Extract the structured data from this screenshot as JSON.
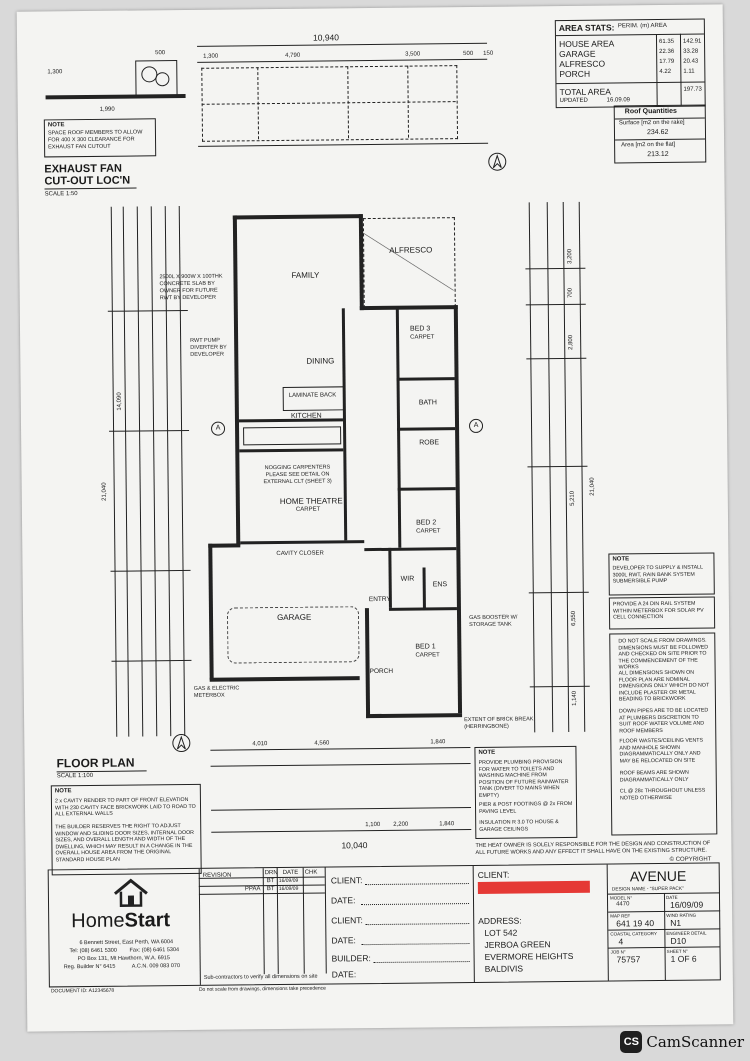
{
  "area_stats": {
    "title": "AREA STATS:",
    "header_right": "PERIM. (m) AREA",
    "rows": [
      {
        "label": "HOUSE AREA",
        "perim": "61.35",
        "area": "142.91"
      },
      {
        "label": "GARAGE",
        "perim": "22.36",
        "area": "33.28"
      },
      {
        "label": "ALFRESCO",
        "perim": "17.79",
        "area": "20.43"
      },
      {
        "label": "PORCH",
        "perim": "4.22",
        "area": "1.11"
      }
    ],
    "total_label": "TOTAL AREA",
    "total_value": "197.73",
    "updated_label": "UPDATED",
    "updated_value": "16.09.09"
  },
  "roof": {
    "title": "Roof Quantities",
    "surface_label": "Surface [m2 on the rake]",
    "surface_value": "234.62",
    "flat_label": "Area [m2 on the flat]",
    "flat_value": "213.12"
  },
  "exhaust": {
    "title_line1": "EXHAUST FAN",
    "title_line2": "CUT-OUT LOC'N",
    "scale": "SCALE 1:50",
    "note_title": "NOTE",
    "note_text": "SPACE ROOF MEMBERS TO ALLOW FOR 400 X 300 CLEARANCE FOR EXHAUST FAN CUTOUT",
    "dim_top": "500",
    "dim_left": "1,300",
    "dim_bottom": "1,990"
  },
  "dims": {
    "overall_top": "10,940",
    "overall_bottom": "10,040",
    "overall_left": "21,040",
    "overall_right": "21,040",
    "left_sub": "14,090",
    "top_row": [
      "1,300",
      "4,790",
      "3,500",
      "500",
      "150"
    ],
    "bottom_row": [
      "4,010",
      "4,560",
      "1,840",
      "1,100",
      "2,200",
      "1,840"
    ],
    "right_col": [
      "3,200",
      "700",
      "2,800",
      "5,210",
      "6,550",
      "1,140"
    ]
  },
  "rooms": {
    "family": "FAMILY",
    "alfresco": "ALFRESCO",
    "dining": "DINING",
    "kitchen": "KITCHEN",
    "laminate": "LAMINATE BACK",
    "bed3": "BED 3",
    "bath": "BATH",
    "robe": "ROBE",
    "home_theatre": "HOME THEATRE",
    "bed2": "BED 2",
    "garage": "GARAGE",
    "entry": "ENTRY",
    "porch": "PORCH",
    "bed1": "BED 1",
    "wir": "WIR",
    "ens": "ENS",
    "carpet": "CARPET",
    "cavity_closer": "CAVITY CLOSER"
  },
  "annotations": {
    "slab": "2500L X 900W X 100THK CONCRETE SLAB BY OWNER FOR FUTURE RWT BY DEVELOPER",
    "rwt_pump": "RWT PUMP DIVERTER BY DEVELOPER",
    "nogging": "NOGGING CARPENTERS PLEASE SEE DETAIL ON EXTERNAL CLT (SHEET 3)",
    "gas_meter": "GAS & ELECTRIC METERBOX",
    "gas_booster": "GAS BOOSTER W/ STORAGE TANK",
    "extent": "EXTENT OF BRICK BREAK (HERRINGBONE)",
    "section_a": "A"
  },
  "floor_plan": {
    "title": "FLOOR PLAN",
    "scale": "SCALE 1:100"
  },
  "notes_left": {
    "title": "NOTE",
    "items": [
      "2 x CAVITY RENDER TO PART OF FRONT ELEVATION WITH 230 CAVITY FACE BRICKWORK LAID TO ROAD TO ALL EXTERNAL WALLS",
      "THE BUILDER RESERVES THE RIGHT TO ADJUST WINDOW AND SLIDING DOOR SIZES, INTERNAL DOOR SIZES, AND OVERALL LENGTH AND WIDTH OF THE DWELLING, WHICH MAY RESULT IN A CHANGE IN THE OVERALL HOUSE AREA FROM THE ORIGINAL STANDARD HOUSE PLAN"
    ]
  },
  "notes_mid": {
    "title": "NOTE",
    "text1": "PROVIDE PLUMBING PROVISION FOR WATER TO TOILETS AND WASHING MACHINE FROM POSITION OF FUTURE RAINWATER TANK (DIVERT TO MAINS WHEN EMPTY)",
    "text2": "PIER & POST FOOTINGS @ 2x FROM PAVING LEVEL",
    "text3": "INSULATION R 3.0 TO HOUSE & GARAGE CEILINGS"
  },
  "notes_right": {
    "box1_title": "NOTE",
    "box1_text": "DEVELOPER TO SUPPLY & INSTALL 3000L RWT, RAIN BANK SYSTEM SUBMERSIBLE PUMP",
    "box2_text": "PROVIDE A 24 DIN RAIL SYSTEM WITHIN METERBOX FOR SOLAR PV CELL CONNECTION",
    "items": [
      "DO NOT SCALE FROM DRAWINGS. DIMENSIONS MUST BE FOLLOWED AND CHECKED ON SITE PRIOR TO THE COMMENCEMENT OF THE WORKS",
      "ALL DIMENSIONS SHOWN ON FLOOR PLAN ARE NOMINAL DIMENSIONS ONLY WHICH DO NOT INCLUDE PLASTER OR METAL BEADING TO BRICKWORK",
      "DOWN PIPES ARE TO BE LOCATED AT PLUMBERS DISCRETION TO SUIT ROOF WATER VOLUME AND ROOF MEMBERS",
      "FLOOR WASTES/CEILING VENTS AND MANHOLE SHOWN DIAGRAMMATICALLY ONLY AND MAY BE RELOCATED ON SITE",
      "ROOF BEAMS ARE SHOWN DIAGRAMMATICALLY ONLY",
      "CL @ 28c THROUGHOUT UNLESS NOTED OTHERWISE"
    ]
  },
  "disclaimer": "THE HEAT OWNER IS SOLELY RESPONSIBLE FOR THE DESIGN AND CONSTRUCTION OF ALL FUTURE WORKS AND ANY EFFECT IT SHALL HAVE ON THE EXISTING STRUCTURE.",
  "copyright": "© COPYRIGHT",
  "company": {
    "name_home": "Home",
    "name_start": "Start",
    "address1": "6 Bennett Street, East Perth, WA 6004",
    "phone": "Tel: (08) 6461 5300",
    "fax": "Fax: (08) 6461 5304",
    "pobox": "PO Box 131, Mt Hawthorn, W.A. 6915",
    "builder": "Reg. Builder N° 6415",
    "acn": "A.C.N. 009 083 070",
    "footer": "DOCUMENT ID: A12345678"
  },
  "revision": {
    "title": "REVISION",
    "drn": "DRN",
    "date": "DATE",
    "chk": "CHK",
    "row1_initial": "BT",
    "row1_date": "16/09/09",
    "row2_rev": "PPAA",
    "row2_initial": "BT",
    "row2_date": "16/09/09",
    "subcontractors": "Sub-contractors to verify all dimensions on site",
    "sub2": "Do not scale from drawings, dimensions take precedence"
  },
  "signatures": {
    "client": "CLIENT:",
    "date": "DATE:",
    "builder": "BUILDER:"
  },
  "client": {
    "label": "CLIENT:",
    "address_label": "ADDRESS:",
    "address_lines": [
      "LOT 542",
      "JERBOA GREEN",
      "EVERMORE HEIGHTS",
      "BALDIVIS"
    ],
    "redaction_color": "#e53935"
  },
  "title_block": {
    "design": "AVENUE",
    "design_sub": "DESIGN NAME - \"SUPER PACK\"",
    "model_label": "MODEL N°",
    "model_value": "4470",
    "date_label": "DATE",
    "date_value": "16/09/09",
    "lot_ref_label": "MAP REF",
    "lot_ref_value": "641 19 40",
    "wind_label": "WIND RATING",
    "wind_value": "N1",
    "coastal_label": "COASTAL CATEGORY",
    "coastal_value": "4",
    "engineer_label": "ENGINEER DETAIL",
    "engineer_value": "D10",
    "job_label": "JOB N°",
    "job_value": "75757",
    "sheet_label": "SHEET N°",
    "sheet_value": "1 OF 6"
  },
  "camscanner": {
    "logo": "CS",
    "text": "CamScanner"
  }
}
